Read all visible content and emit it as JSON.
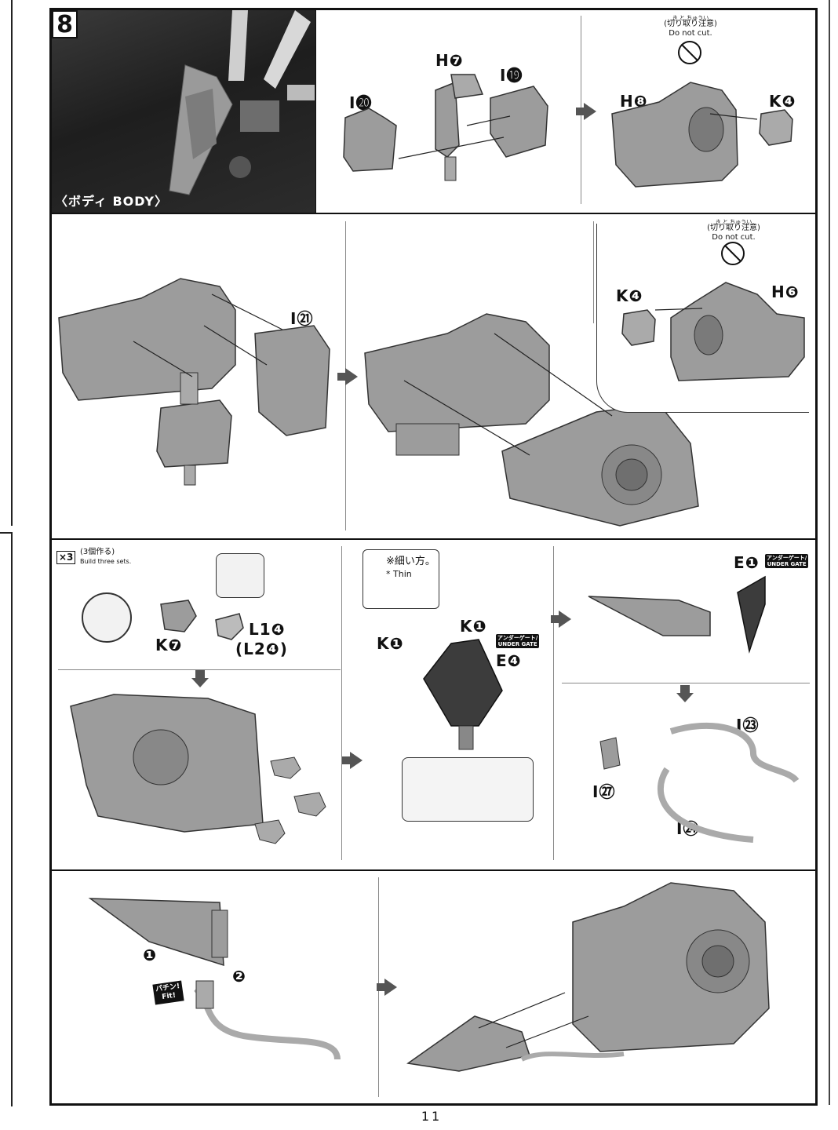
{
  "step": {
    "number": "8",
    "section_label": "〈ボディ BODY〉"
  },
  "parts": {
    "i20": "I⓴",
    "h7": "H❼",
    "i19": "I⓳",
    "h8": "H❽",
    "k4_a": "K❹",
    "i21": "I㉑",
    "k4_b": "K❹",
    "h6": "H❻",
    "k7": "K❼",
    "l14": "L1❹",
    "l24": "(L2❹)",
    "k1_a": "K❶",
    "k1_b": "K❶",
    "e4": "E❹",
    "e1": "E❶",
    "i23": "I㉓",
    "i27": "I㉗",
    "i24": "I㉔"
  },
  "notes": {
    "do_not_cut_ruby_1": "き と ちゅうい",
    "do_not_cut_jp_1": "(切り取り注意)",
    "do_not_cut_en_1": "Do not cut.",
    "do_not_cut_ruby_2": "き と ちゅうい",
    "do_not_cut_jp_2": "(切り取り注意)",
    "do_not_cut_en_2": "Do not cut.",
    "times3": "×3",
    "build_three_jp": "(3個作る)",
    "build_three_en": "Build three sets.",
    "thin_jp": "※細い方。",
    "thin_en": "* Thin",
    "under_gate_1_jp": "アンダーゲート/",
    "under_gate_1_en": "UNDER GATE",
    "under_gate_2_jp": "アンダーゲート/",
    "under_gate_2_en": "UNDER GATE",
    "fit_jp": "パチン!",
    "fit_en": "Fit!",
    "order_1": "❶",
    "order_2": "❷"
  },
  "footer": {
    "page_number": "11"
  }
}
